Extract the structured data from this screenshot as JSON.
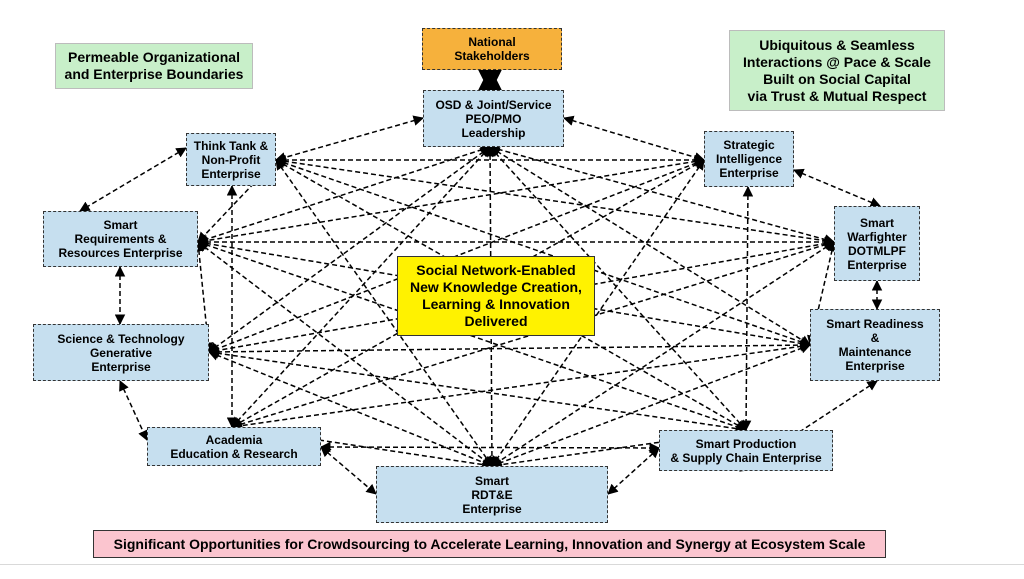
{
  "callouts": {
    "boundaries": "Permeable Organizational\nand Enterprise Boundaries",
    "interactions": "Ubiquitous & Seamless\nInteractions @ Pace & Scale\nBuilt on Social Capital\nvia Trust & Mutual Respect"
  },
  "center": "Social Network-Enabled\nNew Knowledge Creation,\nLearning & Innovation\nDelivered",
  "footer": "Significant Opportunities for Crowdsourcing to Accelerate Learning, Innovation and Synergy at Ecosystem Scale",
  "nodes": {
    "national": "National\nStakeholders",
    "osd": "OSD & Joint/Service\nPEO/PMO\nLeadership",
    "think_tank": "Think Tank &\nNon-Profit\nEnterprise",
    "strategic": "Strategic\nIntelligence\nEnterprise",
    "requirements": "Smart\nRequirements &\nResources Enterprise",
    "warfighter": "Smart\nWarfighter\nDOTMLPF\nEnterprise",
    "science": "Science & Technology\nGenerative\nEnterprise",
    "readiness": "Smart Readiness\n&\nMaintenance\nEnterprise",
    "academia": "Academia\nEducation & Research",
    "production": "Smart Production\n& Supply Chain Enterprise",
    "rdte": "Smart\nRDT&E\nEnterprise"
  },
  "colors": {
    "node_fill": "#c6dfef",
    "callout_fill": "#c8efc9",
    "stakeholder_fill": "#f6b13c",
    "center_fill": "#fff200",
    "footer_fill": "#fbc5cf"
  }
}
